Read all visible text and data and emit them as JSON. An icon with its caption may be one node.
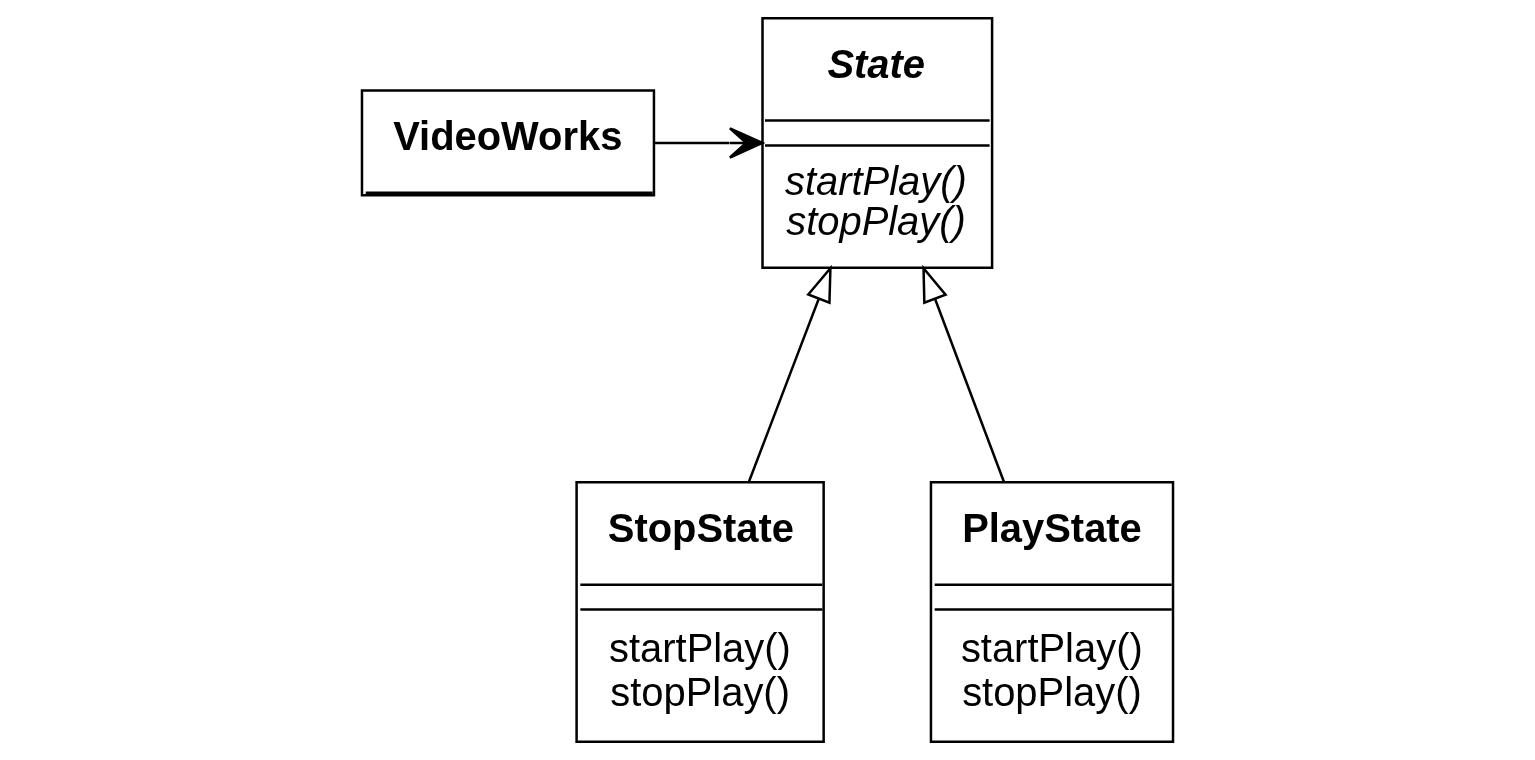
{
  "diagram": {
    "nodes": [
      {
        "text": [
          "State",
          "startPlay() stopPlay()"
        ]
      },
      {
        "text": [
          "VideoWorks"
        ]
      },
      {
        "text": [
          "StopState",
          "startPlay() stopPlay()"
        ]
      },
      {
        "text": [
          "PlayState",
          "startPlay() stopPlay()"
        ]
      }
    ],
    "edges": [
      {
        "from": 2,
        "to": 0,
        "arrow": "to"
      },
      {
        "from": 3,
        "to": 0,
        "arrow": "to"
      },
      {
        "from": 1,
        "to": 0,
        "arrow": "to"
      }
    ]
  }
}
